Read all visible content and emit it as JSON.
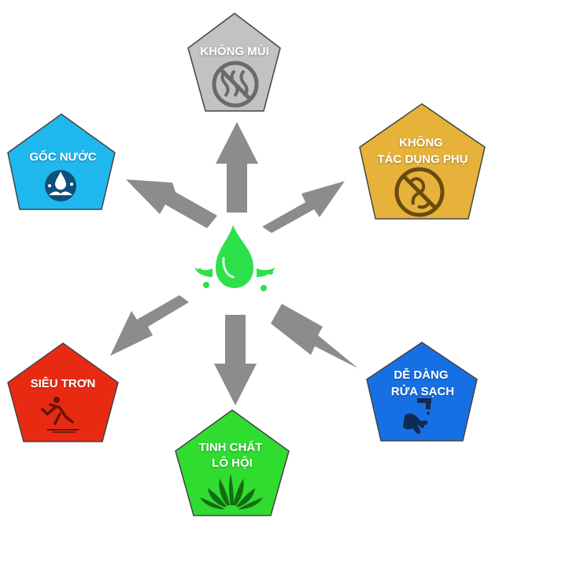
{
  "center": {
    "icon": "water-drop-splash-icon",
    "color": "#2ee04a"
  },
  "arrow_color": "#8c8c8c",
  "nodes": [
    {
      "id": "khong-mui",
      "lines": [
        "KHÔNG MÙI"
      ],
      "color": "#c2c2c2",
      "icon": "no-odor-icon"
    },
    {
      "id": "khong-tac-dung-phu",
      "lines": [
        "KHÔNG",
        "TÁC DỤNG PHỤ"
      ],
      "color": "#e6b23a",
      "icon": "no-side-effects-icon"
    },
    {
      "id": "de-dang-rua-sach",
      "lines": [
        "DỄ DÀNG",
        "RỬA SẠCH"
      ],
      "color": "#1670e3",
      "icon": "hand-washing-icon"
    },
    {
      "id": "tinh-chat-lo-hoi",
      "lines": [
        "TINH CHẤT",
        "LÔ HỘI"
      ],
      "color": "#2fdc2f",
      "icon": "aloe-vera-icon"
    },
    {
      "id": "sieu-tron",
      "lines": [
        "SIÊU TRƠN"
      ],
      "color": "#e82a12",
      "icon": "slippery-icon"
    },
    {
      "id": "goc-nuoc",
      "lines": [
        "GỐC NƯỚC"
      ],
      "color": "#1fb8ee",
      "icon": "water-splash-icon"
    }
  ]
}
